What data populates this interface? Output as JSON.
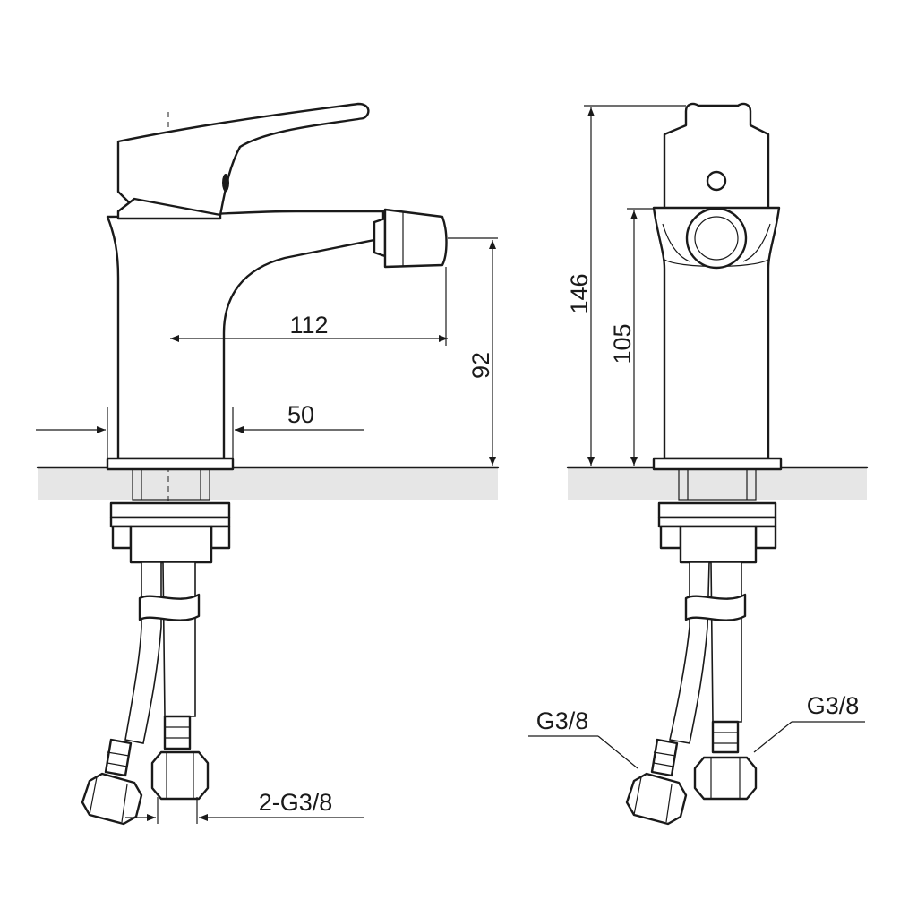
{
  "colors": {
    "line": "#1a1a1a",
    "ground": "#e6e6e6",
    "background": "#ffffff"
  },
  "side_view": {
    "reach_label": "112",
    "base_diameter_label": "50",
    "spout_height_label": "92",
    "connection_label": "2-G3/8"
  },
  "front_view": {
    "total_height_label": "146",
    "body_height_label": "105",
    "left_hose_label": "G3/8",
    "right_hose_label": "G3/8"
  }
}
